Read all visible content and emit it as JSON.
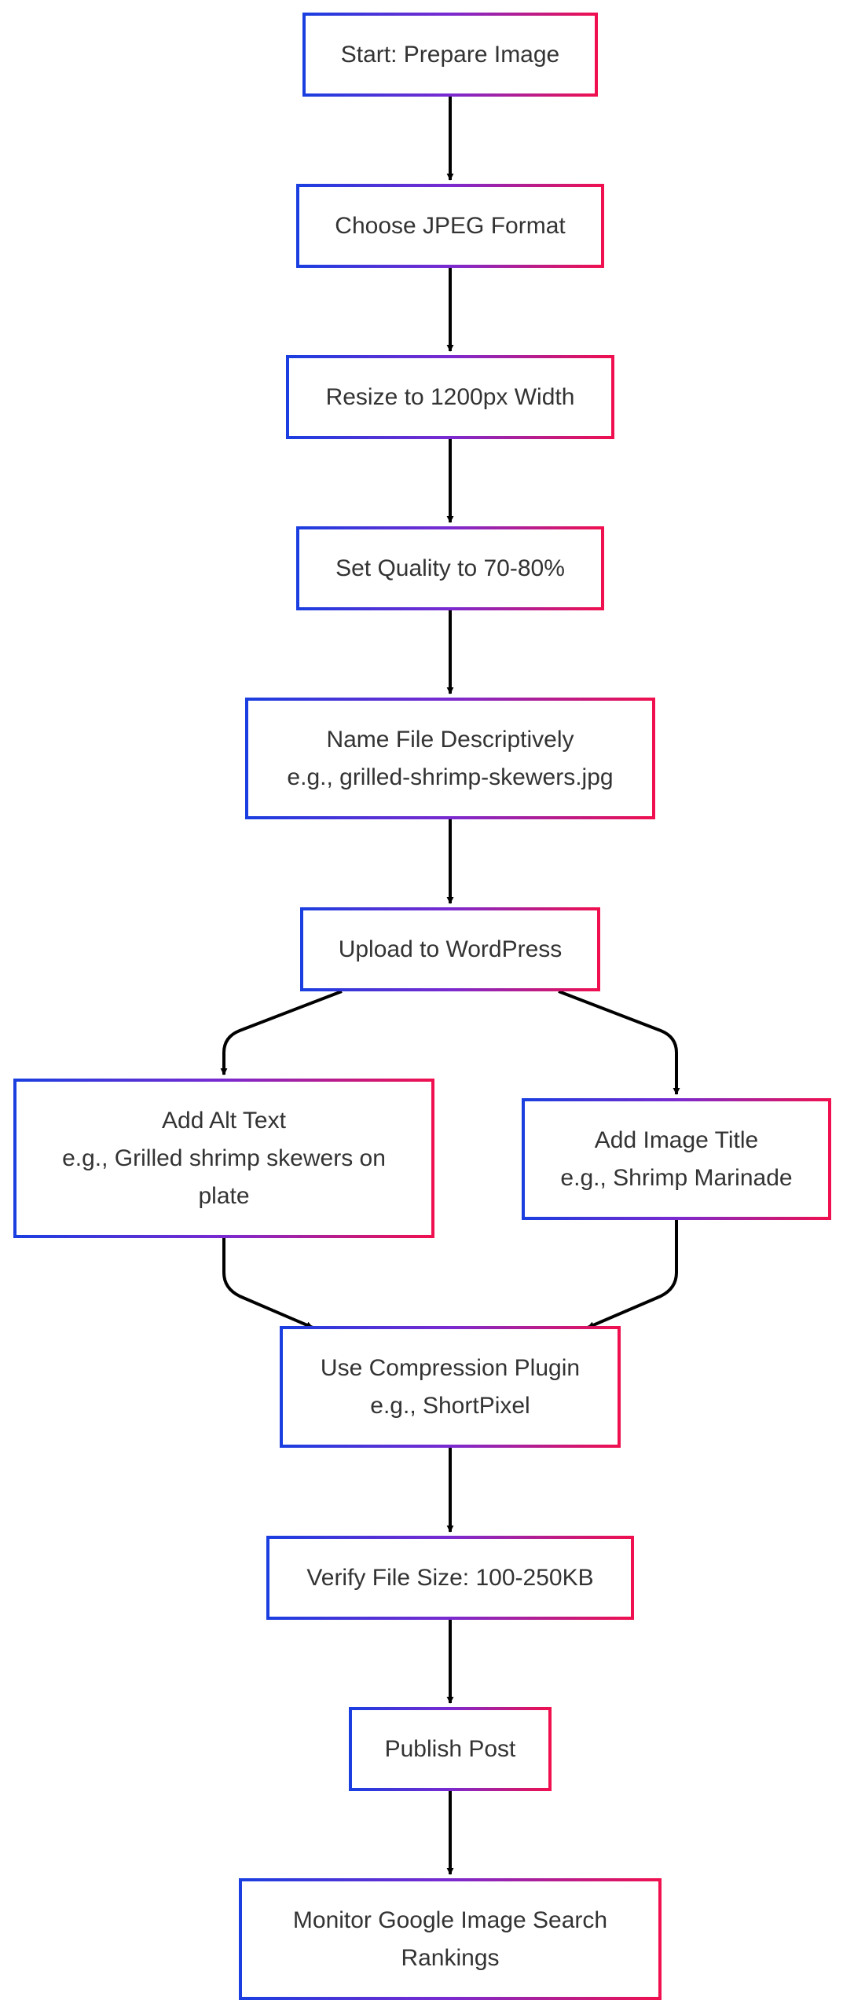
{
  "flowchart": {
    "nodes": [
      {
        "id": "start",
        "lines": [
          "Start: Prepare Image"
        ]
      },
      {
        "id": "jpeg",
        "lines": [
          "Choose JPEG Format"
        ]
      },
      {
        "id": "resize",
        "lines": [
          "Resize to 1200px Width"
        ]
      },
      {
        "id": "quality",
        "lines": [
          "Set Quality to 70-80%"
        ]
      },
      {
        "id": "name",
        "lines": [
          "Name File Descriptively",
          "e.g., grilled-shrimp-skewers.jpg"
        ]
      },
      {
        "id": "upload",
        "lines": [
          "Upload to WordPress"
        ]
      },
      {
        "id": "alt",
        "lines": [
          "Add Alt Text",
          "e.g., Grilled shrimp skewers on",
          "plate"
        ]
      },
      {
        "id": "title",
        "lines": [
          "Add Image Title",
          "e.g., Shrimp Marinade"
        ]
      },
      {
        "id": "compress",
        "lines": [
          "Use Compression Plugin",
          "e.g., ShortPixel"
        ]
      },
      {
        "id": "verify",
        "lines": [
          "Verify File Size: 100-250KB"
        ]
      },
      {
        "id": "publish",
        "lines": [
          "Publish Post"
        ]
      },
      {
        "id": "monitor",
        "lines": [
          "Monitor Google Image Search",
          "Rankings"
        ]
      }
    ],
    "edges": [
      {
        "from": "start",
        "to": "jpeg"
      },
      {
        "from": "jpeg",
        "to": "resize"
      },
      {
        "from": "resize",
        "to": "quality"
      },
      {
        "from": "quality",
        "to": "name"
      },
      {
        "from": "name",
        "to": "upload"
      },
      {
        "from": "upload",
        "to": "alt"
      },
      {
        "from": "upload",
        "to": "title"
      },
      {
        "from": "alt",
        "to": "compress"
      },
      {
        "from": "title",
        "to": "compress"
      },
      {
        "from": "compress",
        "to": "verify"
      },
      {
        "from": "verify",
        "to": "publish"
      },
      {
        "from": "publish",
        "to": "monitor"
      }
    ],
    "colors": {
      "border_start": "#1a3ee0",
      "border_mid": "#7a2ad0",
      "border_end": "#f0104f",
      "edge": "#000000",
      "text": "#333333",
      "fill": "#ffffff"
    }
  }
}
